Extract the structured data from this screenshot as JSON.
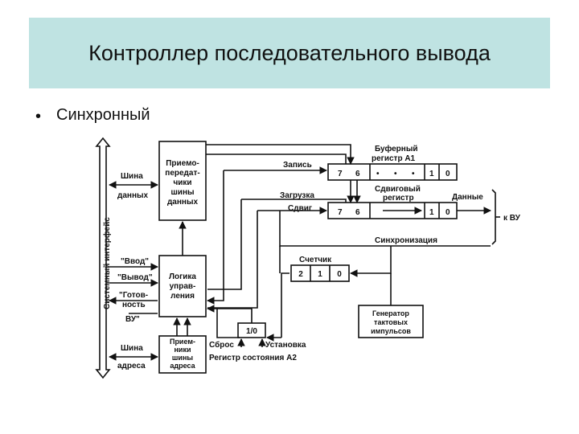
{
  "slide": {
    "title": "Контроллер последовательного  вывода",
    "bullet": "Синхронный"
  },
  "diagram": {
    "system_interface": "Системный интерфейс",
    "transceivers_top": [
      "Приемо-",
      "передат-",
      "чики",
      "шины",
      "данных"
    ],
    "data_bus": [
      "Шина",
      "данных"
    ],
    "logic": [
      "Логика",
      "управ-",
      "ления"
    ],
    "input_sig": "\"Ввод\"",
    "output_sig": "\"Вывод\"",
    "ready_sig": [
      "\"Готов-",
      "ность"
    ],
    "vu_sig": "ВУ\"",
    "address_bus": [
      "Шина",
      "адреса"
    ],
    "receivers_bottom": [
      "Прием-",
      "ники",
      "шины",
      "адреса"
    ],
    "buffer_reg": [
      "Буферный",
      "регистр  А1"
    ],
    "write": "Запись",
    "shift_reg": [
      "Сдвиговый",
      "регистр"
    ],
    "load": "Загрузка",
    "shift": "Сдвиг",
    "data_out": "Данные",
    "to_vu": "к ВУ",
    "sync": "Синхронизация",
    "counter": "Счетчик",
    "counter_cells": [
      "2",
      "1",
      "0"
    ],
    "reg_cells": [
      "7",
      "6",
      "•",
      "•",
      "•",
      "1",
      "0"
    ],
    "generator": [
      "Генератор",
      "тактовых",
      "импульсов"
    ],
    "flipflop": "1/0",
    "reset": "Сброс",
    "set": "Установка",
    "status_reg": "Регистр  состояния  А2"
  },
  "colors": {
    "title_band": "#bfe3e2",
    "ink": "#111111"
  }
}
